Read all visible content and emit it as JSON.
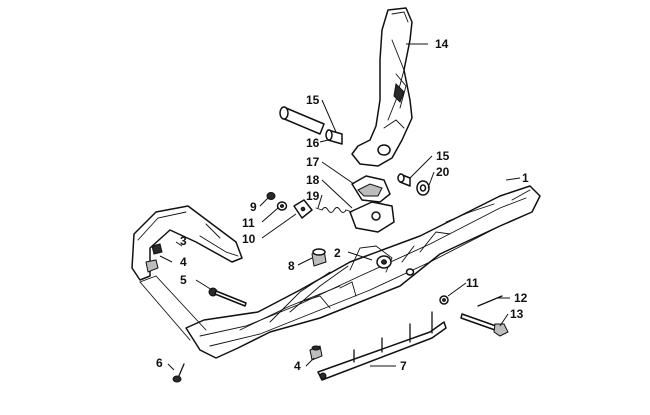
{
  "diagram": {
    "labels": {
      "p1": "1",
      "p2": "2",
      "p3": "3",
      "p4a": "4",
      "p4b": "4",
      "p5": "5",
      "p6": "6",
      "p7": "7",
      "p8": "8",
      "p9": "9",
      "p10": "10",
      "p11a": "11",
      "p11b": "11",
      "p12": "12",
      "p13": "13",
      "p14": "14",
      "p15a": "15",
      "p15b": "15",
      "p16": "16",
      "p17": "17",
      "p18": "18",
      "p19": "19",
      "p20": "20"
    }
  }
}
